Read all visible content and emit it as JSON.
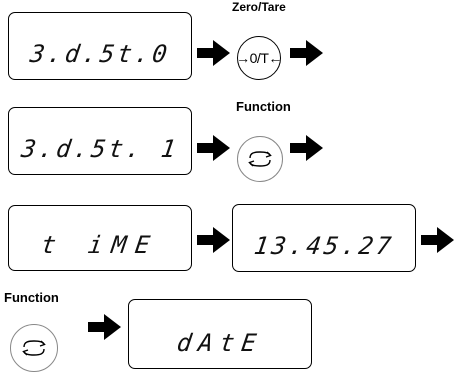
{
  "steps": {
    "step1": {
      "display": "3.d.5t.0",
      "key_caption": "Zero/Tare",
      "key_label": "→0/T←",
      "key_icon": "zero-tare-icon"
    },
    "step2": {
      "display": "3.d.5t. 1",
      "key_caption": "Function",
      "key_icon": "function-cycle-icon"
    },
    "step3": {
      "display": "t iME",
      "display_next": "13.45.27"
    },
    "step4": {
      "key_caption": "Function",
      "key_icon": "function-cycle-icon",
      "display": "dAtE"
    }
  },
  "colors": {
    "line": "#000000",
    "soft_key_border": "#888888",
    "background": "#ffffff"
  }
}
